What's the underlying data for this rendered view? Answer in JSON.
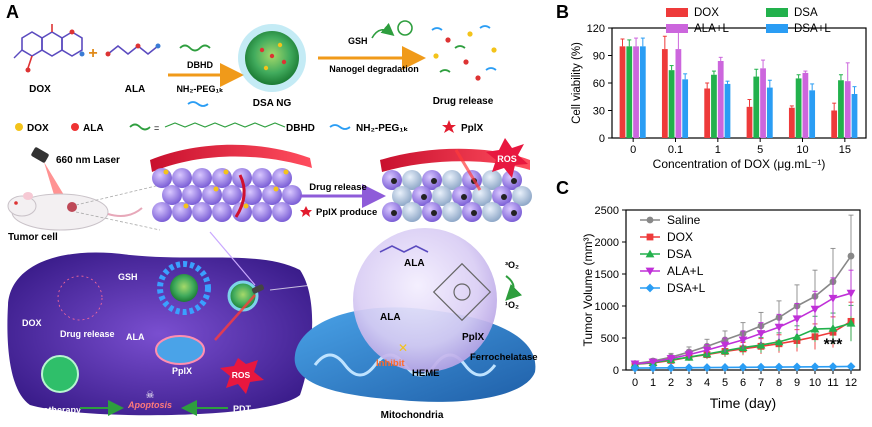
{
  "panels": {
    "a": "A",
    "b": "B",
    "c": "C"
  },
  "schematic": {
    "reactant_dox": "DOX",
    "reactant_ala": "ALA",
    "crosslinker": "DBHD",
    "peg": "NH₂-PEG₁ₖ",
    "nanogel": "DSA NG",
    "gsh": "GSH",
    "degradation": "Nanogel degradation",
    "release": "Drug release",
    "legend_dox": "DOX",
    "legend_ala": "ALA",
    "legend_dbhd": "DBHD",
    "legend_peg": "NH₂-PEG₁ₖ",
    "legend_pplx": "PplX",
    "laser": "660 nm  Laser",
    "arrow_release": "Drug release",
    "pplx_produce": "PplX produce",
    "ros": "ROS",
    "tumor_cell": "Tumor cell",
    "cell_gsh": "GSH",
    "cell_dox": "DOX",
    "cell_release": "Drug release",
    "cell_ala": "ALA",
    "cell_pplx": "PplX",
    "cell_ros": "ROS",
    "chemotherapy": "Chemotherapy",
    "apoptosis": "Apoptosis",
    "pdt": "PDT",
    "mito_ala1": "ALA",
    "mito_ala2": "ALA",
    "mito_pplx": "PplX",
    "ferrochelatase": "Ferrochelatase",
    "inhibit": "Inhibit",
    "heme": "HEME",
    "mitochondria": "Mitochondria",
    "o2_top": "³O₂",
    "o2_bottom": "¹O₂"
  },
  "chart_data": [
    {
      "type": "bar",
      "ylabel": "Cell viability (%)",
      "xlabel": "Concentration of DOX (μg.mL⁻¹)",
      "categories": [
        "0",
        "0.1",
        "1",
        "5",
        "10",
        "15"
      ],
      "ylim": [
        0,
        120
      ],
      "yticks": [
        0,
        30,
        60,
        90,
        120
      ],
      "legend_position": "top-right",
      "series": [
        {
          "name": "DOX",
          "color": "#ee3a3a",
          "values": [
            100,
            97,
            54,
            34,
            33,
            30
          ],
          "err": [
            8,
            14,
            6,
            8,
            2,
            8
          ]
        },
        {
          "name": "DSA",
          "color": "#22b14c",
          "values": [
            100,
            74,
            69,
            67,
            65,
            63
          ],
          "err": [
            7,
            5,
            4,
            8,
            4,
            6
          ]
        },
        {
          "name": "ALA+L",
          "color": "#cc66dd",
          "values": [
            100,
            97,
            84,
            76,
            71,
            62
          ],
          "err": [
            9,
            20,
            4,
            9,
            2,
            20
          ]
        },
        {
          "name": "DSA+L",
          "color": "#2a9df4",
          "values": [
            100,
            64,
            59,
            55,
            52,
            48
          ],
          "err": [
            9,
            6,
            3,
            8,
            7,
            8
          ]
        }
      ]
    },
    {
      "type": "line",
      "ylabel": "Tumor Volume (mm³)",
      "xlabel": "Time (day)",
      "x": [
        0,
        1,
        2,
        3,
        4,
        5,
        6,
        7,
        8,
        9,
        10,
        11,
        12
      ],
      "ylim": [
        0,
        2500
      ],
      "yticks": [
        0,
        500,
        1000,
        1500,
        2000,
        2500
      ],
      "legend_position": "top-left",
      "annotation": "***",
      "series": [
        {
          "name": "Saline",
          "color": "#888888",
          "marker": "circle",
          "values": [
            100,
            140,
            200,
            280,
            370,
            470,
            570,
            690,
            820,
            1000,
            1150,
            1380,
            1780
          ],
          "err": [
            30,
            40,
            60,
            80,
            110,
            140,
            170,
            210,
            260,
            330,
            410,
            520,
            640
          ]
        },
        {
          "name": "DOX",
          "color": "#ee3a3a",
          "marker": "square",
          "values": [
            90,
            110,
            150,
            200,
            240,
            290,
            330,
            370,
            410,
            460,
            520,
            590,
            760
          ],
          "err": [
            25,
            30,
            40,
            55,
            70,
            85,
            100,
            120,
            140,
            170,
            200,
            240,
            300
          ]
        },
        {
          "name": "DSA",
          "color": "#22b14c",
          "marker": "triangle",
          "values": [
            90,
            115,
            160,
            200,
            250,
            300,
            350,
            390,
            440,
            520,
            640,
            650,
            730
          ],
          "err": [
            25,
            30,
            40,
            55,
            70,
            85,
            100,
            120,
            140,
            170,
            200,
            240,
            280
          ]
        },
        {
          "name": "ALA+L",
          "color": "#c030d8",
          "marker": "triangle-down",
          "values": [
            95,
            125,
            180,
            240,
            310,
            390,
            470,
            570,
            670,
            800,
            950,
            1120,
            1200
          ],
          "err": [
            25,
            35,
            50,
            70,
            90,
            110,
            140,
            170,
            200,
            240,
            280,
            320,
            360
          ]
        },
        {
          "name": "DSA+L",
          "color": "#2a9df4",
          "marker": "diamond",
          "values": [
            30,
            32,
            34,
            36,
            38,
            40,
            42,
            44,
            46,
            48,
            50,
            52,
            55
          ],
          "err": [
            10,
            10,
            12,
            12,
            14,
            14,
            16,
            16,
            18,
            18,
            20,
            20,
            22
          ]
        }
      ]
    }
  ]
}
